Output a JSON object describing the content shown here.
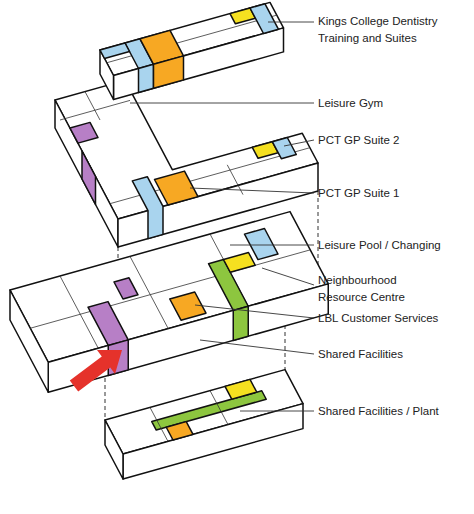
{
  "diagram": {
    "labels": [
      "Kings College Dentistry Training and Suites",
      "Leisure Gym",
      "PCT GP Suite 2",
      "PCT GP Suite 1",
      "Leisure Pool / Changing",
      "Neighbourhood Resource Centre",
      "LBL Customer Services",
      "Shared Facilities",
      "Shared Facilities / Plant"
    ]
  }
}
